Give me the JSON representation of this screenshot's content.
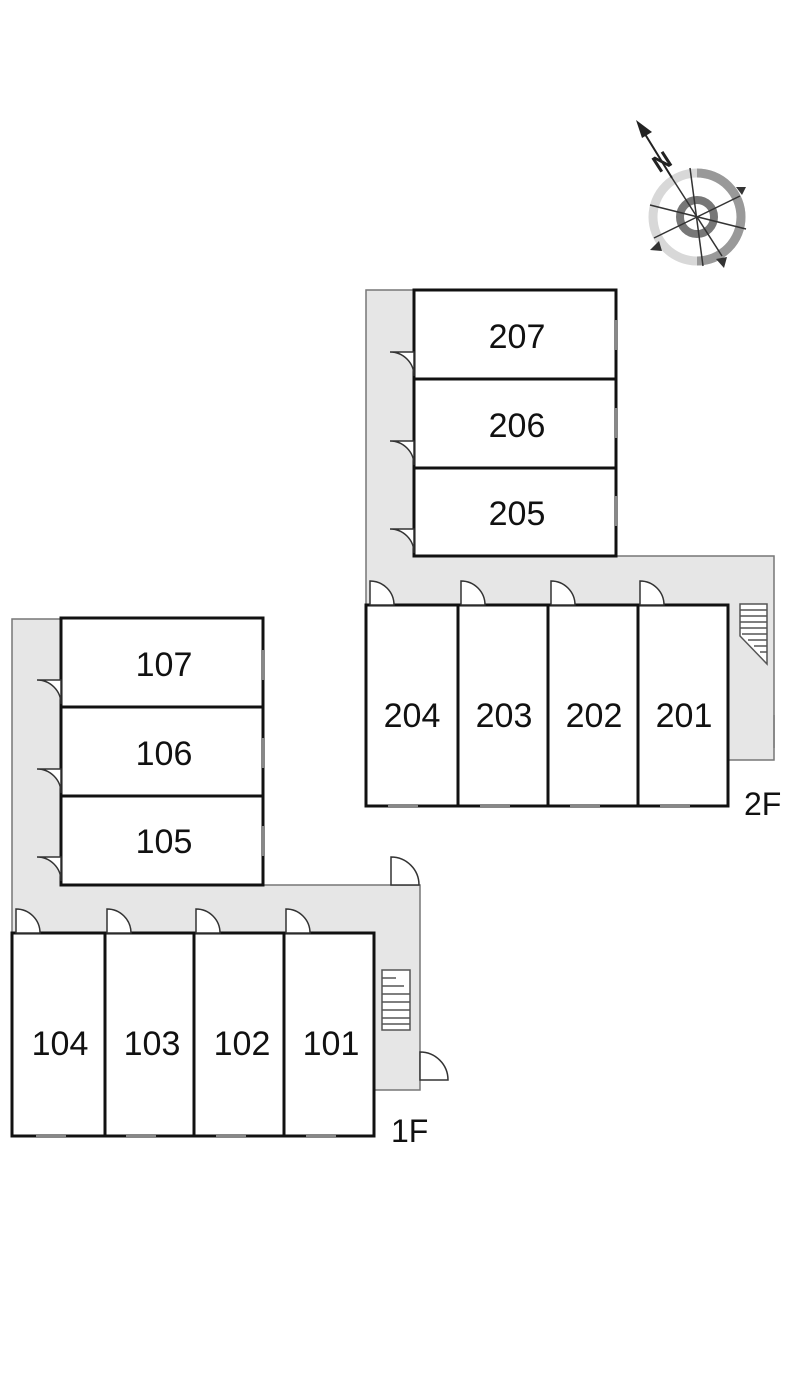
{
  "floors": [
    {
      "label": "2F",
      "rooms": [
        {
          "id": "207",
          "label": "207"
        },
        {
          "id": "206",
          "label": "206"
        },
        {
          "id": "205",
          "label": "205"
        },
        {
          "id": "204",
          "label": "204"
        },
        {
          "id": "203",
          "label": "203"
        },
        {
          "id": "202",
          "label": "202"
        },
        {
          "id": "201",
          "label": "201"
        }
      ]
    },
    {
      "label": "1F",
      "rooms": [
        {
          "id": "107",
          "label": "107"
        },
        {
          "id": "106",
          "label": "106"
        },
        {
          "id": "105",
          "label": "105"
        },
        {
          "id": "104",
          "label": "104"
        },
        {
          "id": "103",
          "label": "103"
        },
        {
          "id": "102",
          "label": "102"
        },
        {
          "id": "101",
          "label": "101"
        }
      ]
    }
  ],
  "compass": {
    "north_label": "N",
    "icon": "compass-rose-icon"
  },
  "colors": {
    "corridor": "#e6e6e6",
    "wall": "#111111",
    "stair": "#555555"
  }
}
